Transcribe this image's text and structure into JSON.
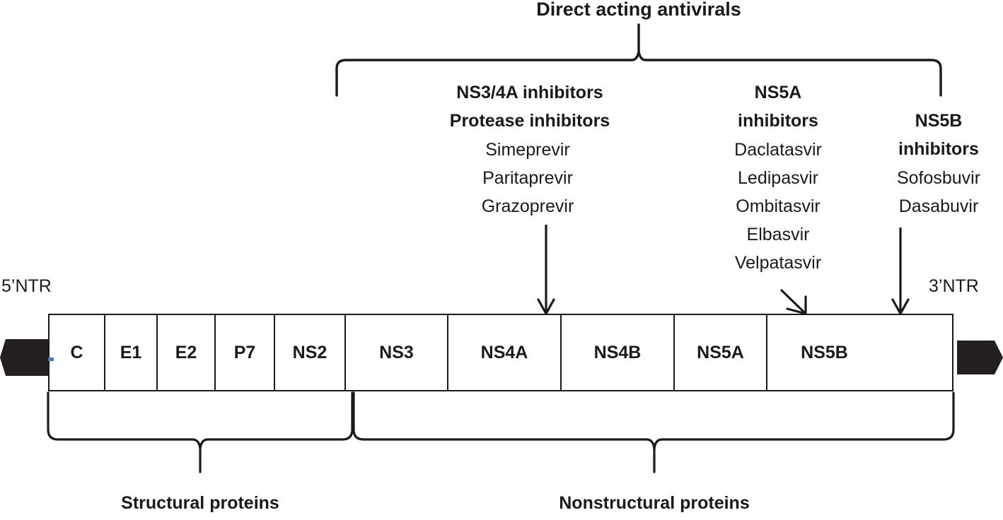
{
  "figure": {
    "title": "Direct acting antivirals",
    "ntr_left": "5’NTR",
    "ntr_right": "3’NTR",
    "accent_color": "#4a7ebb",
    "line_color": "#1a1a1a",
    "background": "#ffffff"
  },
  "drug_groups": [
    {
      "id": "ns34a",
      "heading_line1": "NS3/4A inhibitors",
      "heading_line2": "Protease inhibitors",
      "drugs": [
        "Simeprevir",
        "Paritaprevir",
        "Grazoprevir"
      ]
    },
    {
      "id": "ns5a",
      "heading_line1": "NS5A",
      "heading_line2": "inhibitors",
      "drugs": [
        "Daclatasvir",
        "Ledipasvir",
        "Ombitasvir",
        "Elbasvir",
        "Velpatasvir"
      ]
    },
    {
      "id": "ns5b",
      "heading_line1": "NS5B",
      "heading_line2": "inhibitors",
      "drugs": [
        "Sofosbuvir",
        "Dasabuvir"
      ]
    }
  ],
  "genome": {
    "genes": [
      {
        "label": "C",
        "width": 79
      },
      {
        "label": "E1",
        "width": 74
      },
      {
        "label": "E2",
        "width": 82
      },
      {
        "label": "P7",
        "width": 84
      },
      {
        "label": "NS2",
        "width": 100
      },
      {
        "label": "NS3",
        "width": 145
      },
      {
        "label": "NS4A",
        "width": 160
      },
      {
        "label": "NS4B",
        "width": 160
      },
      {
        "label": "NS5A",
        "width": 131
      },
      {
        "label": "NS5B",
        "width": 161
      }
    ]
  },
  "regions": [
    {
      "id": "structural",
      "label": "Structural proteins"
    },
    {
      "id": "nonstructural",
      "label": "Nonstructural proteins"
    }
  ]
}
